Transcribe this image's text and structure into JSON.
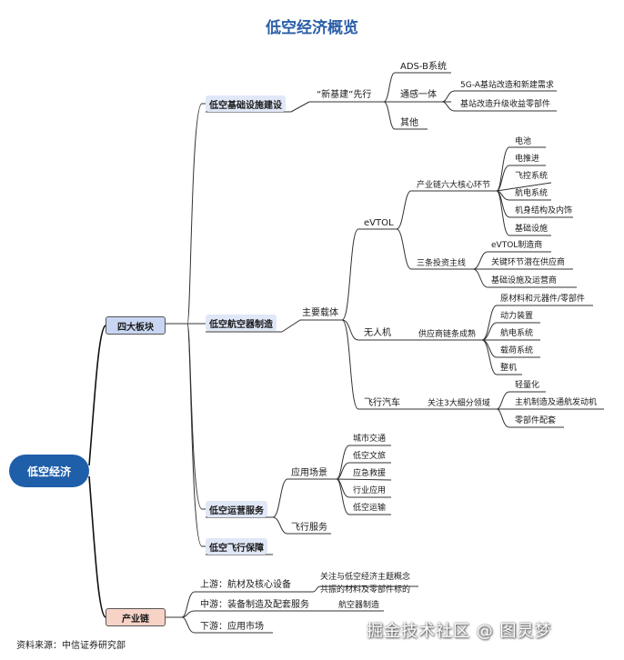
{
  "title": "低空经济概览",
  "root": "低空经济",
  "branches": {
    "four_sections": "四大板块",
    "industry_chain": "产业链"
  },
  "categories": {
    "infrastructure": "低空基础设施建设",
    "aircraft": "低空航空器制造",
    "operation": "低空运营服务",
    "support": "低空飞行保障"
  },
  "infra": {
    "new_infra": "“新基建”先行",
    "adsb": "ADS-B系统",
    "sensing": "通感一体",
    "sensing_items": [
      "5G-A基站改造和新建需求",
      "基站改造升级收益零部件"
    ],
    "other": "其他"
  },
  "aircraft": {
    "carrier": "主要载体",
    "evtol": "eVTOL",
    "six_links": "产业链六大核心环节",
    "six_items": [
      "电池",
      "电推进",
      "飞控系统",
      "航电系统",
      "机身结构及内饰",
      "基础设施"
    ],
    "three_lines": "三条投资主线",
    "three_items": [
      "eVTOL制造商",
      "关键环节潜在供应商",
      "基础设施及运营商"
    ],
    "drone": "无人机",
    "supply_chain": "供应商链条成熟",
    "drone_items": [
      "原材料和元器件/零部件",
      "动力装置",
      "航电系统",
      "载荷系统",
      "整机"
    ],
    "flying_car": "飞行汽车",
    "three_segments": "关注3大细分领域",
    "car_items": [
      "轻量化",
      "主机制造及通航发动机",
      "零部件配套"
    ]
  },
  "operation": {
    "scenes": "应用场景",
    "scene_items": [
      "城市交通",
      "低空文旅",
      "应急救援",
      "行业应用",
      "低空运输"
    ],
    "flight_service": "飞行服务"
  },
  "chain": {
    "upstream": "上游：航材及核心设备",
    "upstream_note": [
      "关注与低空经济主题概念",
      "共振的材料及零部件标的"
    ],
    "midstream": "中游：装备制造及配套服务",
    "midstream_note": "航空器制造",
    "downstream": "下游：应用市场"
  },
  "footer": "资料来源：中信证券研究部",
  "watermark": "掘金技术社区 @ 图灵梦"
}
